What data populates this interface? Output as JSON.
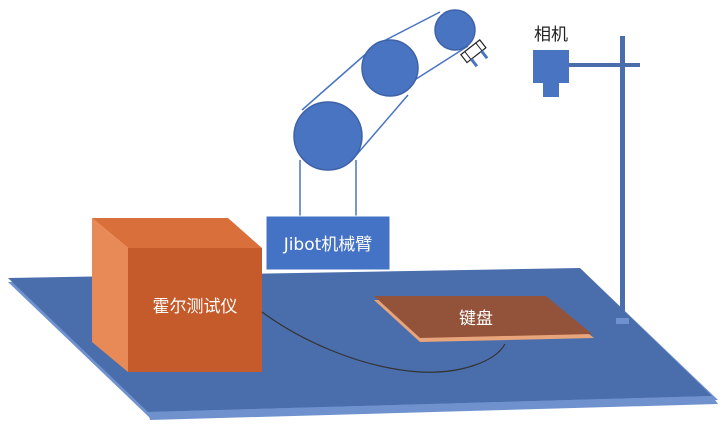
{
  "labels": {
    "camera": "相机",
    "robot_arm": "Jibot机械臂",
    "hall_tester": "霍尔测试仪",
    "keyboard": "键盘"
  },
  "colors": {
    "table_top": "#4a6eab",
    "table_edge": "#6f92cf",
    "robot": "#4874c2",
    "robot_base": "#4472c4",
    "hall_front": "#c55a2a",
    "hall_side": "#e88a57",
    "hall_top": "#d9703c",
    "keyboard_top": "#93533a",
    "keyboard_edge": "#e8a47a",
    "stand": "#4a6eab",
    "cable": "#333333"
  }
}
